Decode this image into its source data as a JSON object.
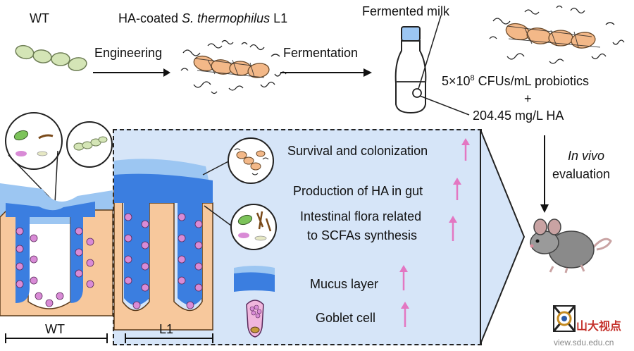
{
  "top": {
    "wt_label": "WT",
    "strain_label_prefix": "HA-coated ",
    "strain_label_italic": "S. thermophilus",
    "strain_label_suffix": " L1",
    "fermented_milk_label": "Fermented milk",
    "step1_label": "Engineering",
    "step2_label": "Fermentation",
    "probiotic_count_prefix": "5×10",
    "probiotic_count_exp": "8",
    "probiotic_count_suffix": " CFUs/mL probiotics",
    "plus": "+",
    "ha_concentration": "204.45 mg/L HA"
  },
  "evaluation": {
    "line1": "In vivo",
    "line2": "evaluation"
  },
  "effects": [
    {
      "label_line1": "Survival and colonization",
      "label_line2": "",
      "trend": "up"
    },
    {
      "label_line1": "Production of HA in gut",
      "label_line2": "",
      "trend": "up"
    },
    {
      "label_line1": "Intestinal flora related",
      "label_line2": "to SCFAs synthesis",
      "trend": "up"
    },
    {
      "label_line1": "Mucus layer",
      "label_line2": "",
      "trend": "up"
    },
    {
      "label_line1": "Goblet cell",
      "label_line2": "",
      "trend": "up"
    }
  ],
  "bottom": {
    "wt_scale_label": "WT",
    "l1_scale_label": "L1"
  },
  "watermark": {
    "text": "山大视点",
    "url": "view.sdu.edu.cn"
  },
  "colors": {
    "bacteria_wt": "#d4e5b6",
    "bacteria_l1": "#f3b888",
    "tissue": "#f7c89c",
    "mucus_dark": "#3b7ee0",
    "mucus_light": "#9cc6f2",
    "panel_bg": "#d6e5f8",
    "goblet": "#d98bd6",
    "trend_arrow": "#e377c2"
  }
}
